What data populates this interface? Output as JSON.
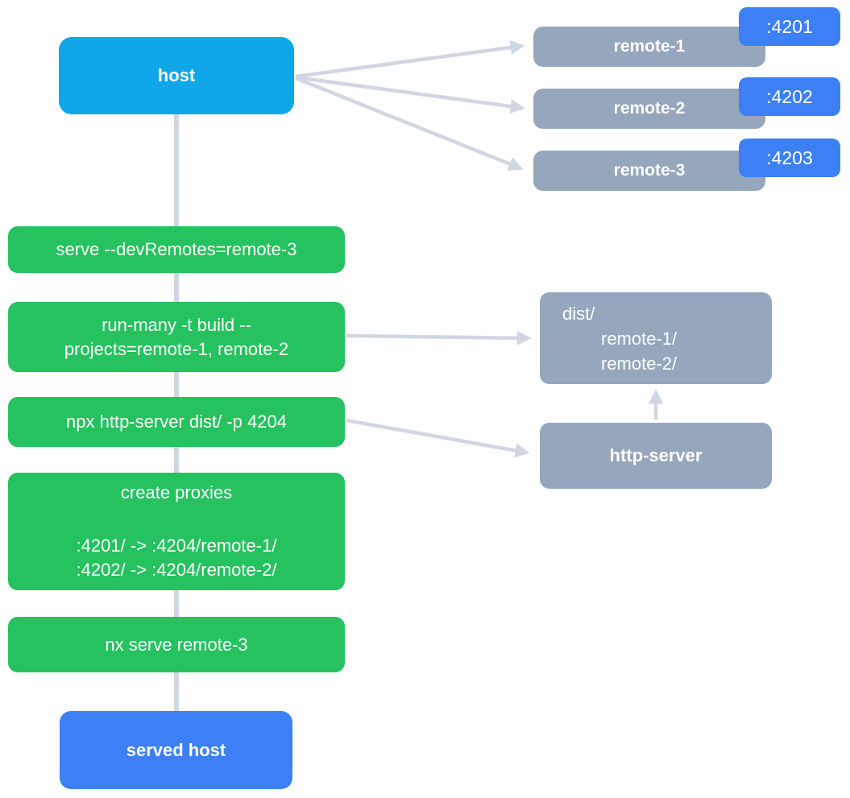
{
  "colors": {
    "host_fill": "#10a7e9",
    "command_fill": "#25c25f",
    "artifact_fill": "#95a6bd",
    "port_fill": "#3d80f6",
    "served_host_fill": "#3d80f6",
    "connector": "#d0d6e2",
    "text": "#ffffff"
  },
  "host": {
    "label": "host"
  },
  "remotes": [
    {
      "label": "remote-1",
      "port": ":4201"
    },
    {
      "label": "remote-2",
      "port": ":4202"
    },
    {
      "label": "remote-3",
      "port": ":4203"
    }
  ],
  "commands": [
    {
      "lines": [
        "serve --devRemotes=remote-3"
      ]
    },
    {
      "lines": [
        "run-many -t build --",
        "projects=remote-1, remote-2"
      ]
    },
    {
      "lines": [
        "npx http-server dist/ -p 4204"
      ]
    },
    {
      "title": "create proxies",
      "lines": [
        ":4201/ -> :4204/remote-1/",
        ":4202/ -> :4204/remote-2/"
      ]
    },
    {
      "lines": [
        "nx serve remote-3"
      ]
    }
  ],
  "dist": {
    "root": "dist/",
    "entries": [
      "remote-1/",
      "remote-2/"
    ]
  },
  "http_server": {
    "label": "http-server"
  },
  "served_host": {
    "label": "served host"
  }
}
